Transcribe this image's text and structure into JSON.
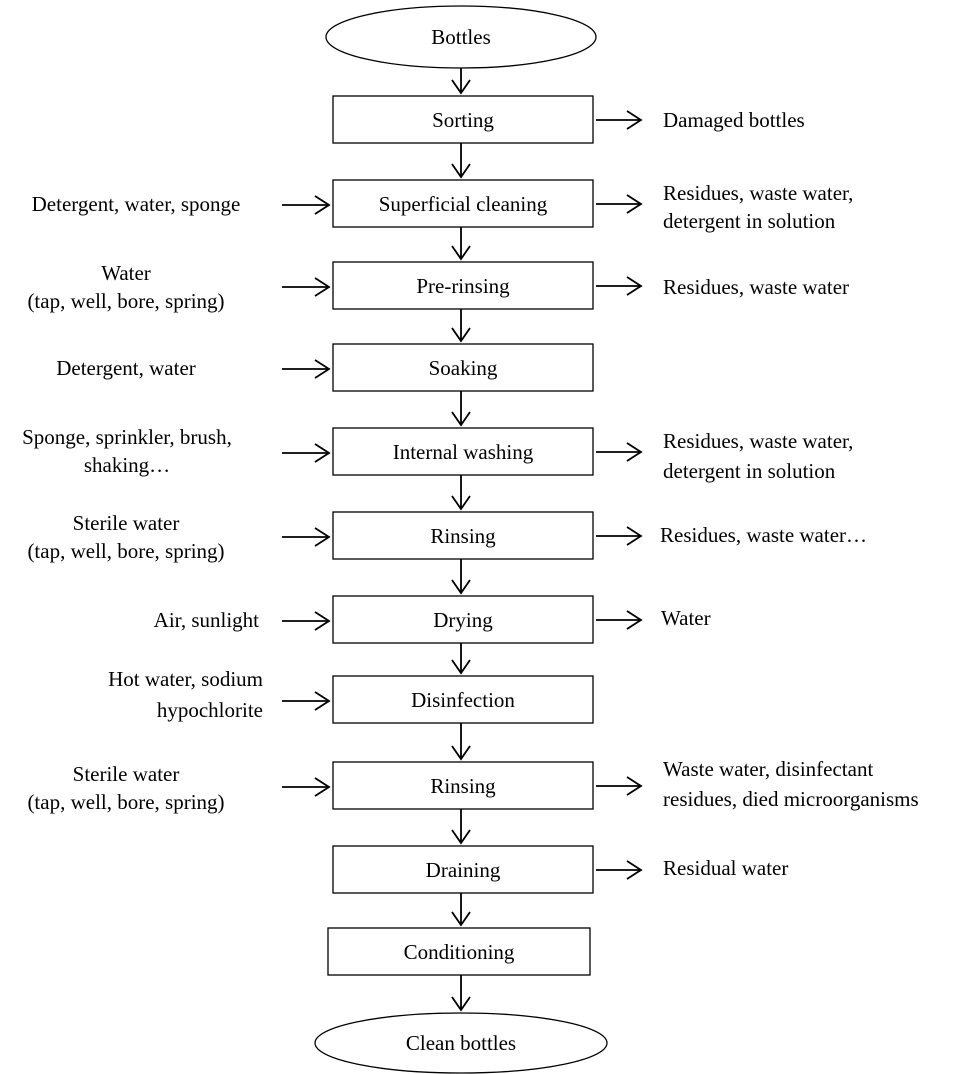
{
  "start": "Bottles",
  "end": "Clean bottles",
  "steps": [
    {
      "label": "Sorting",
      "inputs": [],
      "outputs": [
        "Damaged bottles"
      ]
    },
    {
      "label": "Superficial cleaning",
      "inputs": [
        "Detergent, water, sponge"
      ],
      "outputs": [
        "Residues, waste water,",
        "detergent in solution"
      ]
    },
    {
      "label": "Pre-rinsing",
      "inputs": [
        "Water",
        "(tap, well, bore, spring)"
      ],
      "outputs": [
        "Residues, waste water"
      ]
    },
    {
      "label": "Soaking",
      "inputs": [
        "Detergent, water"
      ],
      "outputs": []
    },
    {
      "label": "Internal washing",
      "inputs": [
        "Sponge, sprinkler, brush,",
        "shaking…"
      ],
      "outputs": [
        "Residues, waste water,",
        "detergent in solution"
      ]
    },
    {
      "label": "Rinsing",
      "inputs": [
        "Sterile water",
        "(tap, well, bore, spring)"
      ],
      "outputs": [
        "Residues, waste water…"
      ]
    },
    {
      "label": "Drying",
      "inputs": [
        "Air, sunlight"
      ],
      "outputs": [
        "Water"
      ]
    },
    {
      "label": "Disinfection",
      "inputs": [
        "Hot water, sodium",
        "hypochlorite"
      ],
      "outputs": []
    },
    {
      "label": "Rinsing",
      "inputs": [
        "Sterile water",
        "(tap, well, bore, spring)"
      ],
      "outputs": [
        "Waste water, disinfectant",
        "residues, died microorganisms"
      ]
    },
    {
      "label": "Draining",
      "inputs": [],
      "outputs": [
        "Residual water"
      ]
    },
    {
      "label": "Conditioning",
      "inputs": [],
      "outputs": []
    }
  ]
}
